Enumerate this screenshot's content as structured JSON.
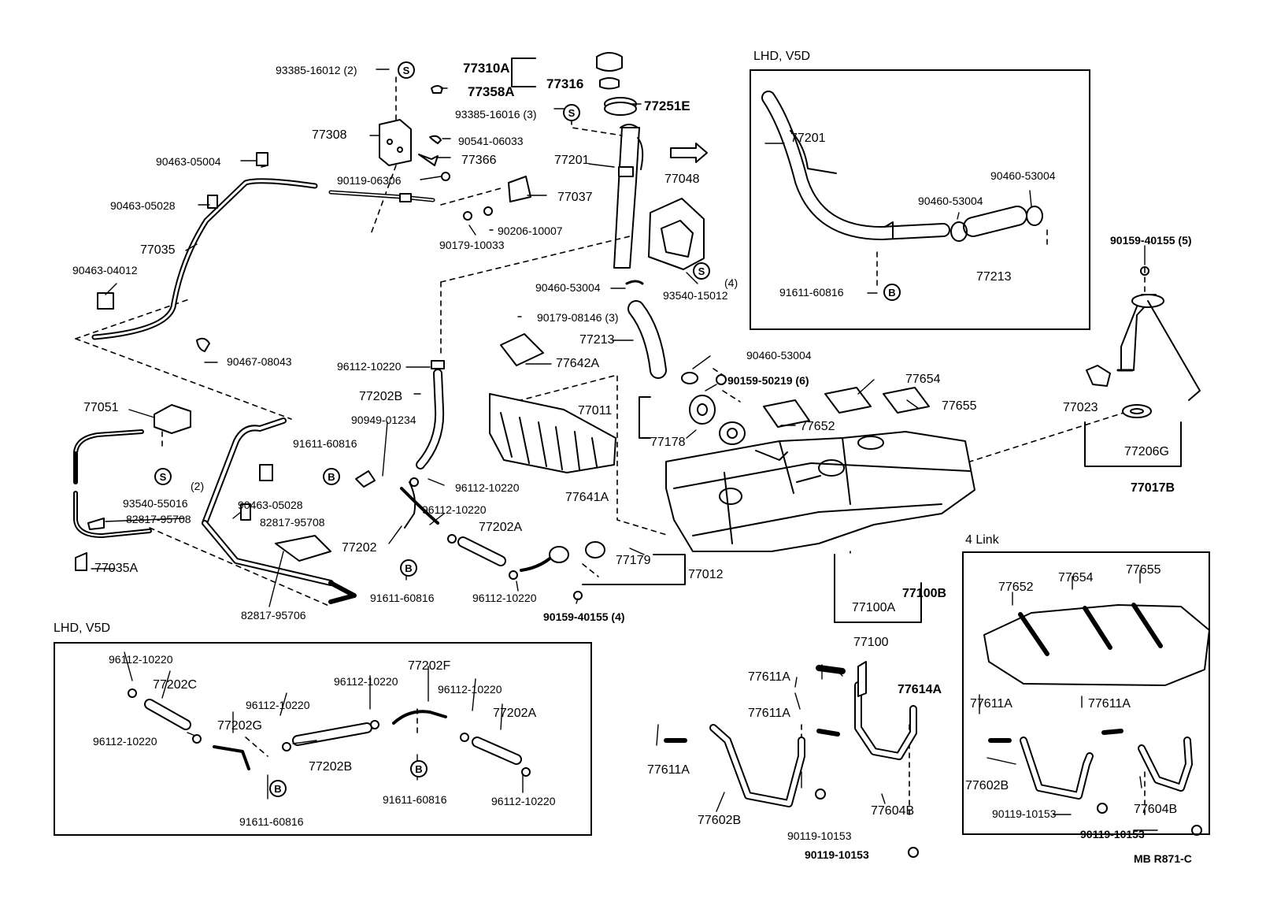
{
  "sections": {
    "lhd_top": "LHD, V5D",
    "lhd_bottom": "LHD, V5D",
    "four_link": "4 Link"
  },
  "doc_code": "MB R871-C",
  "symbols": {
    "s": "S",
    "b": "B"
  },
  "parts": {
    "p93385_16012": "93385-16012 (2)",
    "p77310A": "77310A",
    "p77316": "77316",
    "p77358A": "77358A",
    "p93385_16016": "93385-16016 (3)",
    "p77251E": "77251E",
    "p77308": "77308",
    "p90541_06033": "90541-06033",
    "p77366": "77366",
    "p90463_05004": "90463-05004",
    "p90119_06306": "90119-06306",
    "p77201": "77201",
    "p77048": "77048",
    "p77037": "77037",
    "p90463_05028a": "90463-05028",
    "p90206_10007": "90206-10007",
    "p77035": "77035",
    "p90179_10033": "90179-10033",
    "p90463_04012": "90463-04012",
    "p90460_53004a": "90460-53004",
    "p93540_15012": "93540-15012",
    "p93540_qty": "(4)",
    "p90179_08146": "90179-08146 (3)",
    "p77213a": "77213",
    "p90467_08043": "90467-08043",
    "p96112_10220a": "96112-10220",
    "p77642A": "77642A",
    "p90460_53004b": "90460-53004",
    "p90159_50219": "90159-50219 (6)",
    "p77654a": "77654",
    "p77202B": "77202B",
    "p77011": "77011",
    "p77655a": "77655",
    "p77051": "77051",
    "p90949_01234": "90949-01234",
    "p77652a": "77652",
    "p91611_60816a": "91611-60816",
    "p77178": "77178",
    "p96112_10220b": "96112-10220",
    "p93540_55016": "93540-55016",
    "p93540_55016q": "(2)",
    "p90463_05028b": "90463-05028",
    "p77641A": "77641A",
    "p82817_95708a": "82817-95708",
    "p82817_95708b": "82817-95708",
    "p96112_10220c": "96112-10220",
    "p77202A": "77202A",
    "p77202": "77202",
    "p77179": "77179",
    "p77012": "77012",
    "p77035A": "77035A",
    "p91611_60816b": "91611-60816",
    "p96112_10220d": "96112-10220",
    "p90159_40155_4": "90159-40155 (4)",
    "p82817_95706": "82817-95706",
    "p77201b": "77201",
    "p90460_53004c": "90460-53004",
    "p90460_53004d": "90460-53004",
    "p77213b": "77213",
    "p91611_60816c": "91611-60816",
    "p90159_40155_5": "90159-40155 (5)",
    "p77023": "77023",
    "p77206G": "77206G",
    "p77017B": "77017B",
    "p77100B": "77100B",
    "p77100A": "77100A",
    "p77100": "77100",
    "p77611A_1": "77611A",
    "p77614A": "77614A",
    "p77611A_2": "77611A",
    "p77611A_3": "77611A",
    "p77602B_1": "77602B",
    "p77604B_1": "77604B",
    "p90119_10153a": "90119-10153",
    "p90119_10153b": "90119-10153",
    "p77652b": "77652",
    "p77654b": "77654",
    "p77655b": "77655",
    "p77611A_4": "77611A",
    "p77611A_5": "77611A",
    "p77602B_2": "77602B",
    "p77604B_2": "77604B",
    "p90119_10153c": "90119-10153",
    "p90119_10153d": "90119-10153",
    "l96112_a": "96112-10220",
    "l77202C": "77202C",
    "l96112_b": "96112-10220",
    "l96112_c": "96112-10220",
    "l77202G": "77202G",
    "l96112_d": "96112-10220",
    "l77202F": "77202F",
    "l96112_e": "96112-10220",
    "l77202A": "77202A",
    "l77202B": "77202B",
    "l91611_a": "91611-60816",
    "l91611_b": "91611-60816",
    "l96112_f": "96112-10220"
  }
}
